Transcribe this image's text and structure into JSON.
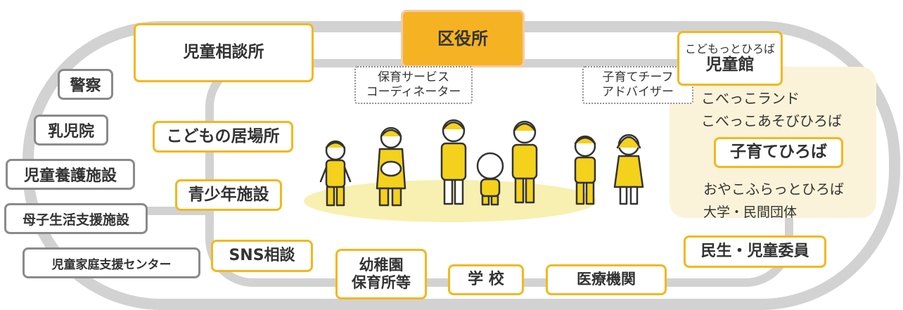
{
  "ward_office": "区役所",
  "inner_left": {
    "child_guidance": "児童相談所",
    "kids_place": "こどもの居場所",
    "youth_facility": "青少年施設",
    "sns": "SNS相談"
  },
  "inner_bottom": {
    "kindergarten_line1": "幼稚園",
    "kindergarten_line2": "保育所等",
    "school": "学 校",
    "medical": "医療機関"
  },
  "inner_right": {
    "children_hall_line1": "こどもっとひろば",
    "children_hall_line2": "児童館",
    "kobekko_land": "こべっこランド",
    "kobekko_asobi": "こべっこあそびひろば",
    "kosodate_hiroba": "子育てひろば",
    "oyako": "おやこふらっとひろば",
    "university": "大学・民間団体",
    "welfare_commissioner": "民生・児童委員"
  },
  "coordinators": {
    "childcare_line1": "保育サービス",
    "childcare_line2": "コーディネーター",
    "advisor_line1": "子育てチーフ",
    "advisor_line2": "アドバイザー"
  },
  "outer_left": {
    "police": "警察",
    "infant_home": "乳児院",
    "foster_facility": "児童養護施設",
    "mother_child": "母子生活支援施設",
    "family_support": "児童家庭支援センター"
  },
  "colors": {
    "accent": "#f4b71c",
    "ward_fill": "#f5b323",
    "ring": "#d2d2d2",
    "panel": "#fbf3d9",
    "floor": "#f7f0b0"
  }
}
